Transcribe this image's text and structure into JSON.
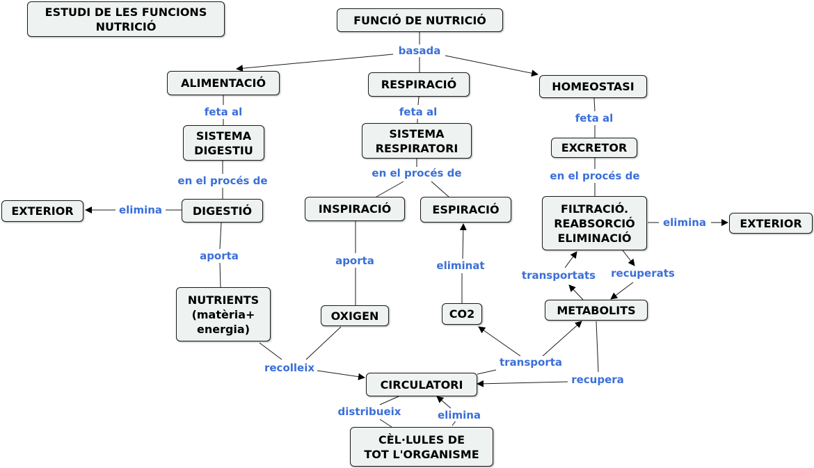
{
  "title_box": "ESTUDI DE LES FUNCIONS\nNUTRICIÓ",
  "nodes": {
    "funcio": "FUNCIÓ DE NUTRICIÓ",
    "alimentacio": "ALIMENTACIÓ",
    "respiracio": "RESPIRACIÓ",
    "homeostasi": "HOMEOSTASI",
    "sistema_digestiu": "SISTEMA\nDIGESTIU",
    "sistema_respiratori": "SISTEMA\nRESPIRATORI",
    "excretor": "EXCRETOR",
    "exterior_left": "EXTERIOR",
    "digestio": "DIGESTIÓ",
    "inspiracio": "INSPIRACIÓ",
    "espiracio": "ESPIRACIÓ",
    "filtracio": "FILTRACIÓ.\nREABSORCIÓ\nELIMINACIÓ",
    "exterior_right": "EXTERIOR",
    "nutrients": "NUTRIENTS\n(matèria+\nenergia)",
    "oxigen": "OXIGEN",
    "co2": "CO2",
    "metabolits": "METABOLITS",
    "circulatori": "CIRCULATORI",
    "cellules": "CÈL·LULES DE\nTOT L'ORGANISME"
  },
  "links": {
    "basada": "basada",
    "feta_al_1": "feta al",
    "feta_al_2": "feta al",
    "feta_al_3": "feta al",
    "en_el_proces_1": "en el procés de",
    "en_el_proces_2": "en el procés de",
    "en_el_proces_3": "en el procés de",
    "elimina_left": "elimina",
    "elimina_right": "elimina",
    "aporta_1": "aporta",
    "aporta_2": "aporta",
    "eliminat": "eliminat",
    "transportats": "transportats",
    "recuperats": "recuperats",
    "recolleix": "recolleix",
    "transporta": "transporta",
    "recupera": "recupera",
    "distribueix": "distribueix",
    "elimina_bottom": "elimina"
  },
  "colors": {
    "node_fill": "#eef2f1",
    "node_border": "#1a1a1a",
    "link_label": "#3a6fd8"
  }
}
